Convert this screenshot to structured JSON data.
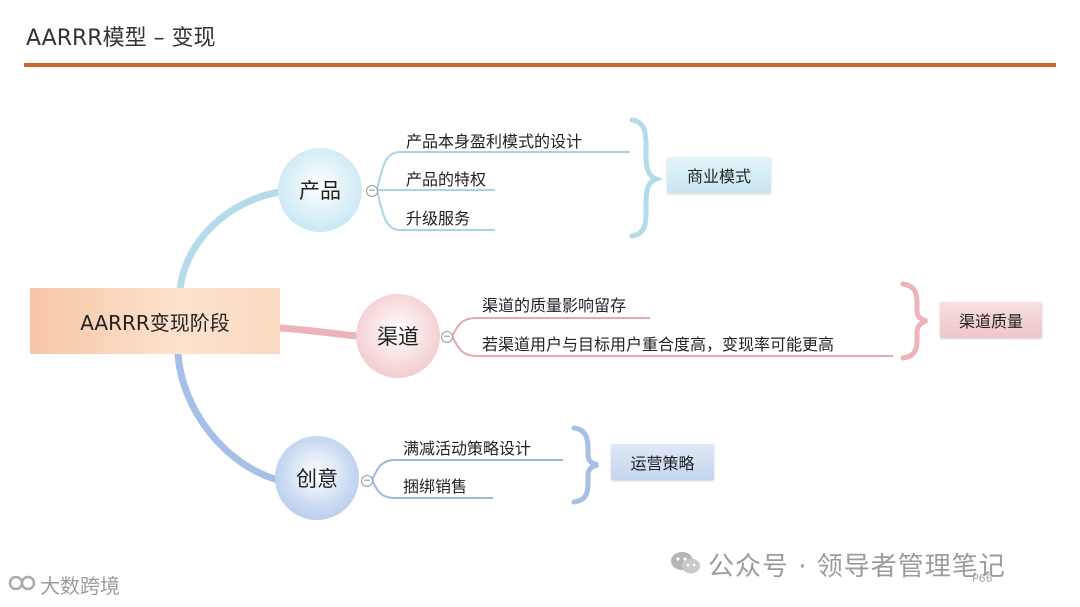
{
  "title": "AARRR模型 – 变现",
  "root": {
    "label": "AARRR变现阶段"
  },
  "branches": [
    {
      "label": "产品",
      "items": [
        "产品本身盈利模式的设计",
        "产品的特权",
        "升级服务"
      ],
      "tag": "商业模式"
    },
    {
      "label": "渠道",
      "items": [
        "渠道的质量影响留存",
        "若渠道用户与目标用户重合度高，变现率可能更高"
      ],
      "tag": "渠道质量"
    },
    {
      "label": "创意",
      "items": [
        "满减活动策略设计",
        "捆绑销售"
      ],
      "tag": "运营策略"
    }
  ],
  "toggle_symbol": "−",
  "watermark_right": "公众号 · 领导者管理笔记",
  "watermark_left": "大数跨境",
  "page_number": "P66",
  "colors": {
    "accent_rule": "#c8662e",
    "branch_product": "#b9dff0",
    "branch_channel": "#eebec2",
    "branch_creative": "#a9c1e8"
  }
}
